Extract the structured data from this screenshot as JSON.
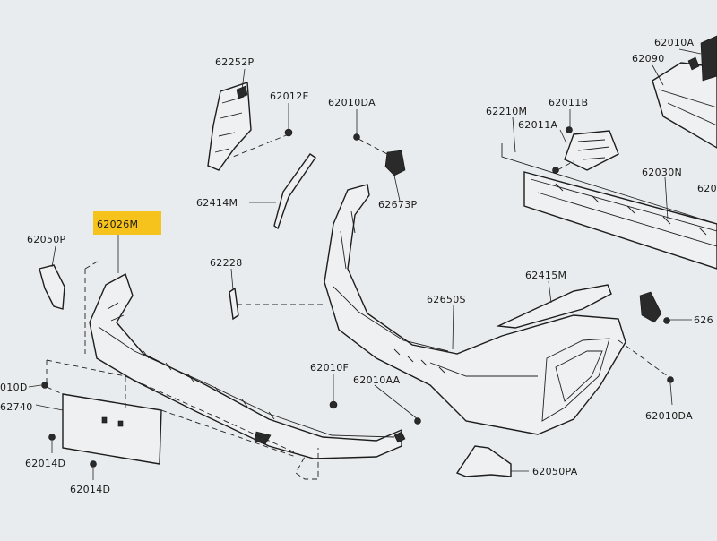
{
  "colors": {
    "highlight": "#f6c21c",
    "background": "#e9ecee",
    "ink": "#1a1a1a"
  },
  "labels": {
    "p62252P": "62252P",
    "p62012E": "62012E",
    "p62010DA_top": "62010DA",
    "p62210M": "62210M",
    "p62011B": "62011B",
    "p62011A": "62011A",
    "p62010A": "62010A",
    "p62090": "62090",
    "p62030N": "62030N",
    "p6203_cut": "620",
    "p62414M": "62414M",
    "p62673P": "62673P",
    "p62026M": "62026M",
    "p62050P": "62050P",
    "p62228": "62228",
    "p62415M": "62415M",
    "p62650S": "62650S",
    "p626_cut": "626",
    "p62010F": "62010F",
    "p62010AA": "62010AA",
    "p62010D_cut": "010D",
    "p62740_cut": "62740",
    "p62014D_a": "62014D",
    "p62014D_b": "62014D",
    "p62010DA_right": "62010DA",
    "p62050PA": "62050PA"
  }
}
